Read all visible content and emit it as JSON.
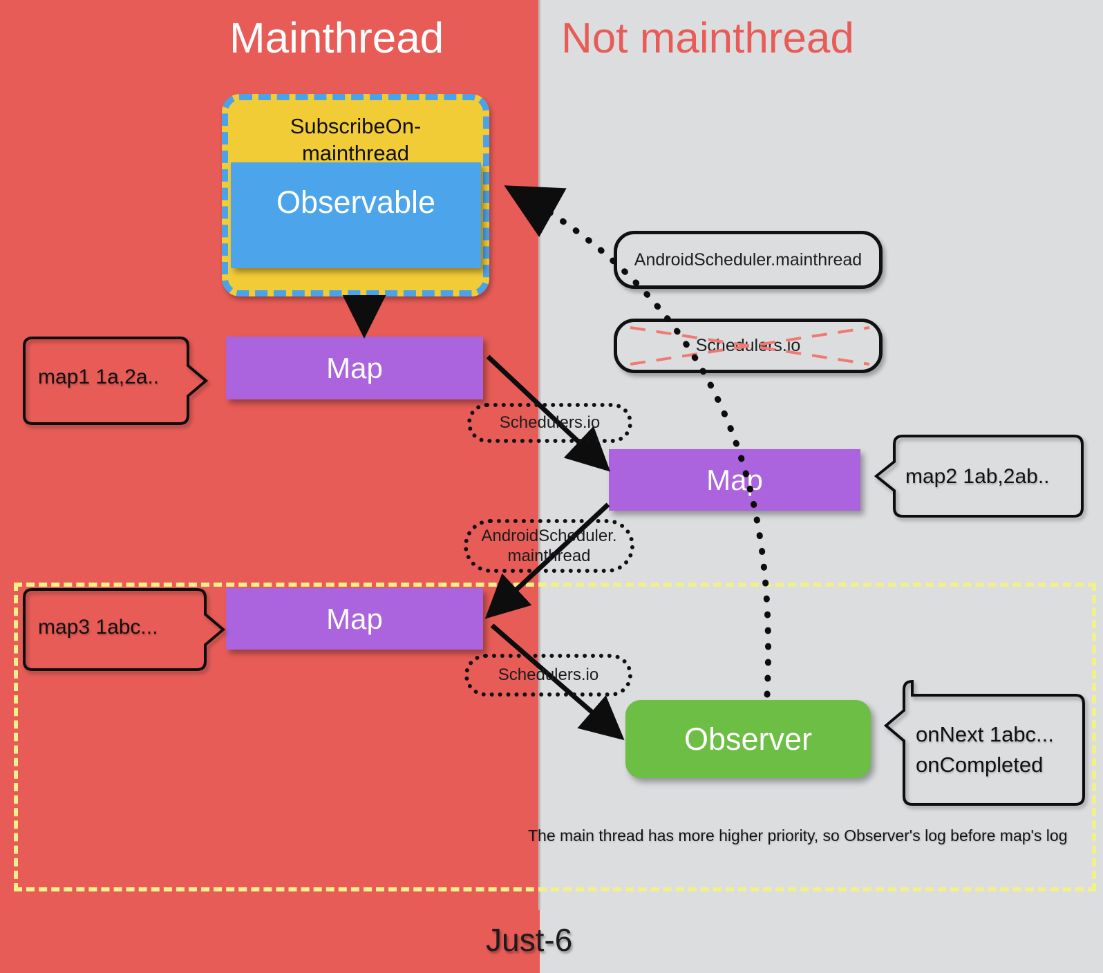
{
  "title": "Just-6",
  "colors": {
    "mainthread_bg": "#e85c57",
    "not_mainthread_bg": "#dcdddf",
    "subscribe_fill": "#f2cc36",
    "subscribe_border": "#4aa3e8",
    "observable_fill": "#4ca5ea",
    "map_fill": "#ab63de",
    "observer_fill": "#6cbe45",
    "region_border": "#f2f08a",
    "cross_red": "#f07a73"
  },
  "headers": {
    "left": "Mainthread",
    "right": "Not mainthread"
  },
  "subscribe": {
    "label": "SubscribeOn-\nmainthread",
    "label_line1": "SubscribeOn-",
    "label_line2": "mainthread"
  },
  "observable": {
    "label": "Observable"
  },
  "schedulers": [
    {
      "label": "AndroidScheduler.mainthread",
      "crossed_out": false
    },
    {
      "label": "Schedulers.io",
      "crossed_out": true
    }
  ],
  "maps": [
    {
      "label": "Map",
      "thread": "mainthread"
    },
    {
      "label": "Map",
      "thread": "not-mainthread"
    },
    {
      "label": "Map",
      "thread": "mainthread"
    }
  ],
  "observer": {
    "label": "Observer"
  },
  "callouts": {
    "map1": "map1  1a,2a..",
    "map2": "map2  1ab,2ab..",
    "map3": "map3  1abc...",
    "observer_line1": "onNext  1abc...",
    "observer_line2": "onCompleted"
  },
  "tags": {
    "io_1": "Schedulers.io",
    "android_line1": "AndroidScheduler.",
    "android_line2": "mainthread",
    "io_2": "Schedulers.io"
  },
  "caption": "The main thread has more higher priority,  so Observer's log before map's log",
  "footer": {
    "label": "Just-6"
  }
}
